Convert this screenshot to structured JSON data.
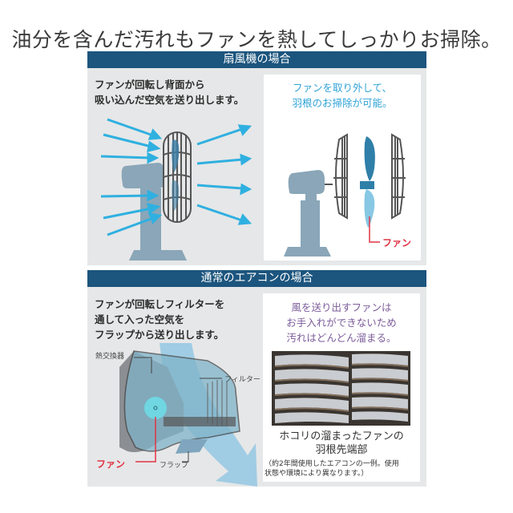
{
  "headline": "油分を含んだ汚れもファンを熱してしっかりお掃除。",
  "sections": [
    {
      "title": "扇風機の場合",
      "left_text": [
        "ファンが回転し背面から",
        "吸い込んだ空気を送り出します。"
      ],
      "right_text": [
        "ファンを取り外して、",
        "羽根のお掃除が可能。"
      ],
      "fan_label": "ファン"
    },
    {
      "title": "通常のエアコンの場合",
      "left_text": [
        "ファンが回転しフィルターを",
        "通して入った空気を",
        "フラップから送り出します。"
      ],
      "right_text": [
        "風を送り出すファンは",
        "お手入れができないため",
        "汚れはどんどん溜まる。"
      ],
      "diagram_labels": {
        "heat_exchanger": "熱交換器",
        "filter": "フィルター",
        "fan": "ファン",
        "flap": "フラップ"
      },
      "photo_caption": [
        "ホコリの溜まったファンの",
        "羽根先端部"
      ],
      "photo_note": [
        "（約2年間使用したエアコンの一例。使用",
        "状態や環境により異なります。）"
      ]
    }
  ],
  "colors": {
    "section_bar": "#1c557e",
    "panel_bg": "#e6e7e8",
    "arrow_blue": "#2fb0e0",
    "fan_body": "#8aa6b8",
    "accent_red": "#e03545",
    "purple_text": "#7c5c9a",
    "blue_text": "#2fa3d6"
  }
}
